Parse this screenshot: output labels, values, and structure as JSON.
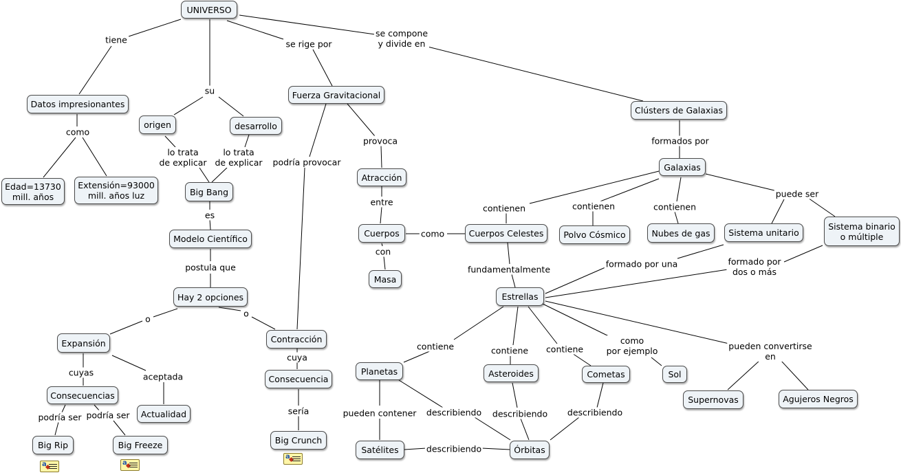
{
  "concepts": {
    "universo": "UNIVERSO",
    "datos": "Datos impresionantes",
    "edad": "Edad=13730\nmill. años",
    "extension": "Extensión=93000\nmill. años luz",
    "origen": "origen",
    "desarrollo": "desarrollo",
    "bigbang": "Big Bang",
    "modelo": "Modelo Científico",
    "opciones": "Hay 2 opciones",
    "expansion": "Expansión",
    "consecuencias": "Consecuencias",
    "actualidad": "Actualidad",
    "bigrip": "Big Rip",
    "bigfreeze": "Big Freeze",
    "fuerza": "Fuerza Gravitacional",
    "contraccion": "Contracción",
    "consecuencia": "Consecuencia",
    "bigcrunch": "Big Crunch",
    "atraccion": "Atracción",
    "cuerpos": "Cuerpos",
    "masa": "Masa",
    "cuerposceles": "Cuerpos Celestes",
    "clusters": "Clústers de Galaxias",
    "galaxias": "Galaxias",
    "polvo": "Polvo Cósmico",
    "nubes": "Nubes de gas",
    "unitario": "Sistema unitario",
    "binario": "Sistema binario\no múltiple",
    "estrellas": "Estrellas",
    "planetas": "Planetas",
    "asteroides": "Asteroides",
    "cometas": "Cometas",
    "sol": "Sol",
    "supernovas": "Supernovas",
    "agujeros": "Agujeros Negros",
    "satelites": "Satélites",
    "orbitas": "Órbitas"
  },
  "linking_phrases": {
    "tiene": "tiene",
    "su": "su",
    "serige": "se rige por",
    "secompone": "se compone\ny divide en",
    "como1": "como",
    "trata1": "lo trata\nde explicar",
    "trata2": "lo trata\nde explicar",
    "es": "es",
    "postula": "postula que",
    "o1": "o",
    "o2": "o",
    "cuyas": "cuyas",
    "aceptada": "aceptada",
    "podria1": "podría ser",
    "podria2": "podría ser",
    "podriaprov": "podría provocar",
    "cuya": "cuya",
    "seria": "sería",
    "provoca": "provoca",
    "entre": "entre",
    "con": "con",
    "como2": "como",
    "formados": "formados por",
    "contienen1": "contienen",
    "contienen2": "contienen",
    "contienen3": "contienen",
    "puedeser": "puede ser",
    "fundamentalmente": "fundamentalmente",
    "formadouna": "formado por una",
    "formadodos": "formado por\ndos o más",
    "contiene1": "contiene",
    "contiene2": "contiene",
    "contiene3": "contiene",
    "porejemplo": "como\npor ejemplo",
    "convertirse": "pueden convertirse\nen",
    "puedencontener": "pueden contener",
    "describiendo1": "describiendo",
    "describiendo2": "describiendo",
    "describiendo3": "describiendo",
    "describiendo4": "describiendo"
  },
  "resource_icons": [
    "resource-icon",
    "resource-icon",
    "resource-icon"
  ]
}
